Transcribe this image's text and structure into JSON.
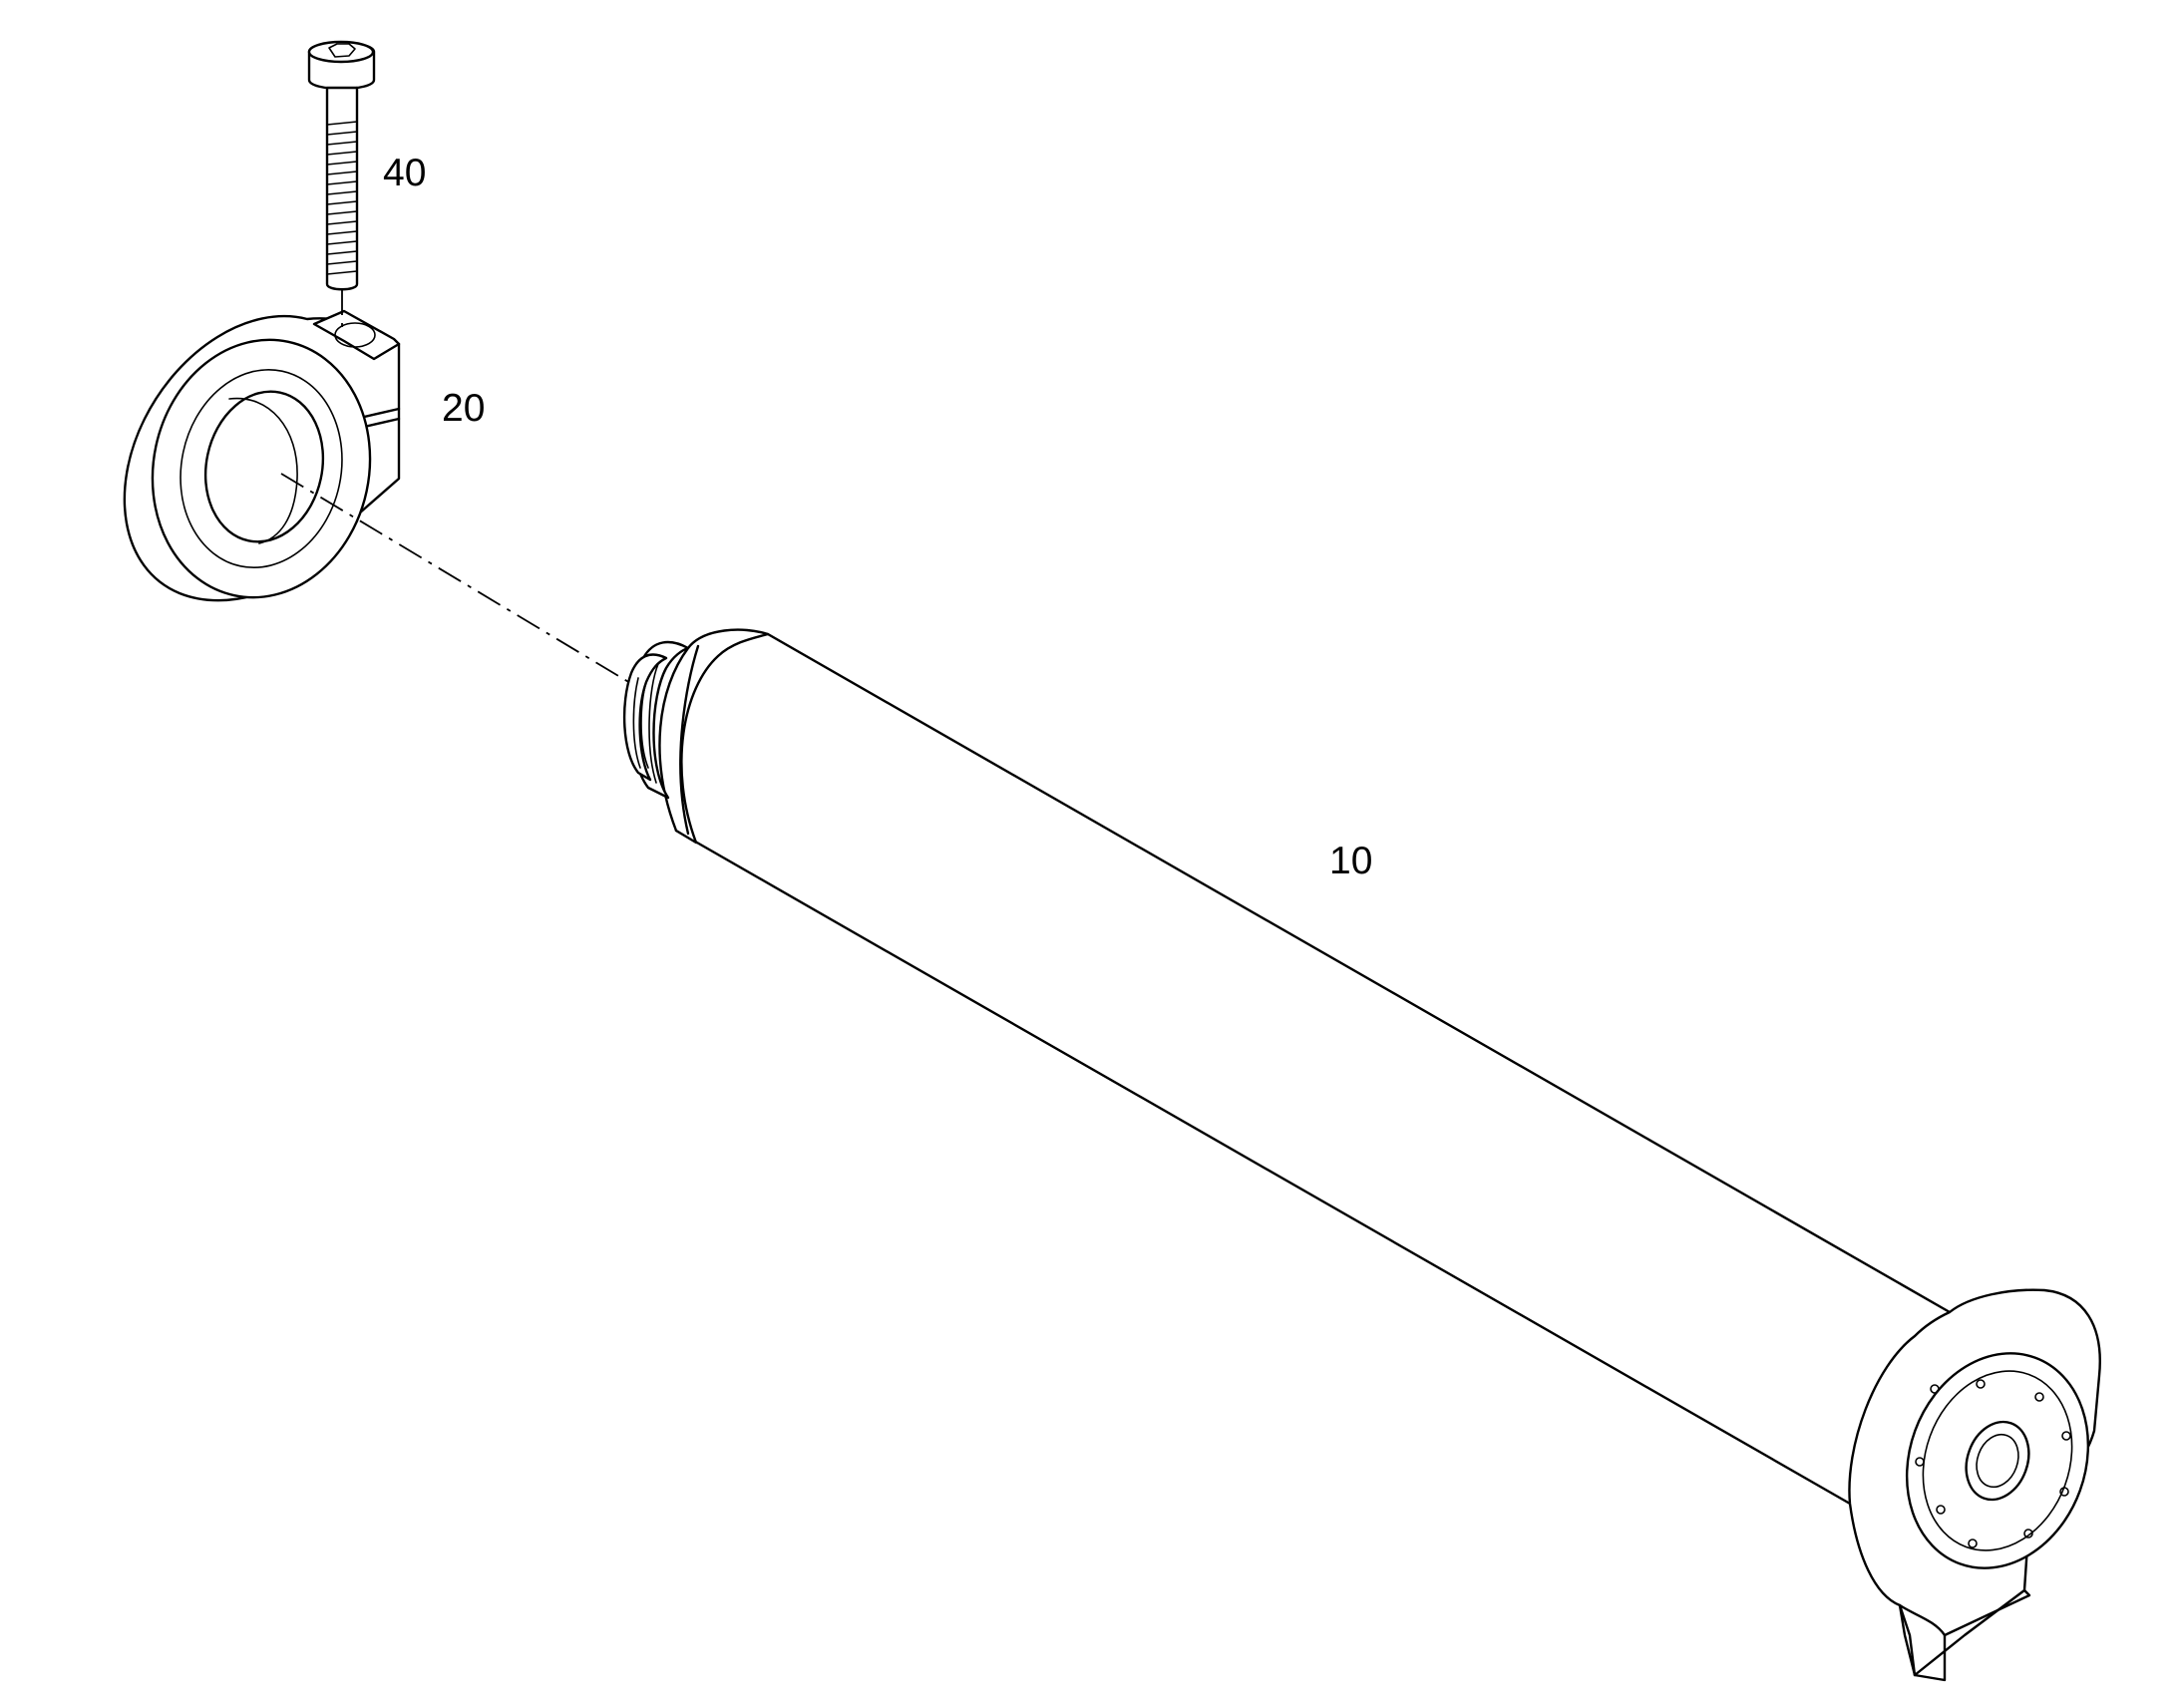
{
  "callouts": {
    "screw": "40",
    "clamp": "20",
    "cylinder": "10"
  },
  "colors": {
    "line": "#000000",
    "background": "#ffffff"
  }
}
